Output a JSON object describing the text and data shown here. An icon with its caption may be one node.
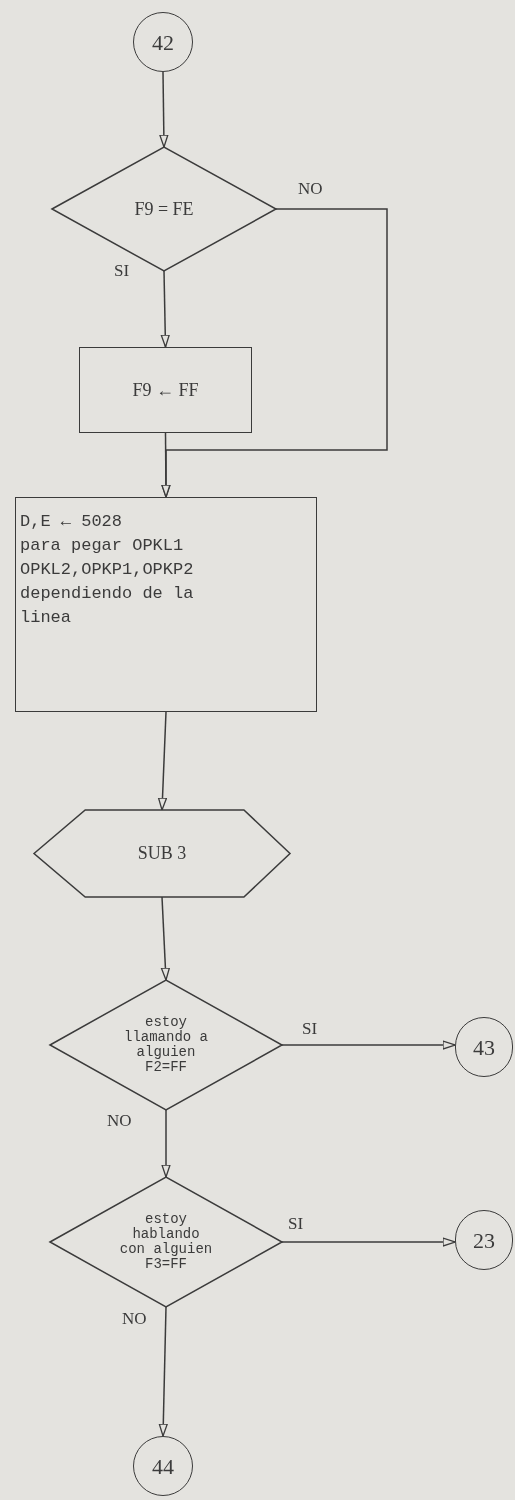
{
  "diagram": {
    "nodes": [
      {
        "text": [
          "42"
        ]
      },
      {
        "text": [
          "F9 = FE"
        ]
      },
      {
        "text": [
          "F9 ← FF"
        ]
      },
      {
        "text": [
          "D,E ← 5028",
          "para pegar OPKL1 OPKL2,OPKP1,OPKP2 dependiendo de la linea"
        ]
      },
      {
        "text": [
          "SUB 3"
        ]
      },
      {
        "text": [
          "estoy llamando a alguien F2=FF"
        ]
      },
      {
        "text": [
          "43"
        ]
      },
      {
        "text": [
          "estoy hablando con alguien F3=FF"
        ]
      },
      {
        "text": [
          "23"
        ]
      },
      {
        "text": [
          "44"
        ]
      }
    ],
    "edges": [
      {
        "from": 0,
        "to": 1,
        "arrow": "to"
      },
      {
        "from": 1,
        "to": 2,
        "arrow": "to",
        "label": "SI"
      },
      {
        "from": 1,
        "to": 3,
        "arrow": "to",
        "label": "NO"
      },
      {
        "from": 2,
        "to": 3,
        "arrow": "to"
      },
      {
        "from": 3,
        "to": 4,
        "arrow": "to"
      },
      {
        "from": 4,
        "to": 5,
        "arrow": "to"
      },
      {
        "from": 5,
        "to": 6,
        "arrow": "to",
        "label": "SI"
      },
      {
        "from": 5,
        "to": 7,
        "arrow": "to",
        "label": "NO"
      },
      {
        "from": 7,
        "to": 8,
        "arrow": "to",
        "label": "SI"
      },
      {
        "from": 7,
        "to": 9,
        "arrow": "to",
        "label": "NO"
      }
    ]
  }
}
